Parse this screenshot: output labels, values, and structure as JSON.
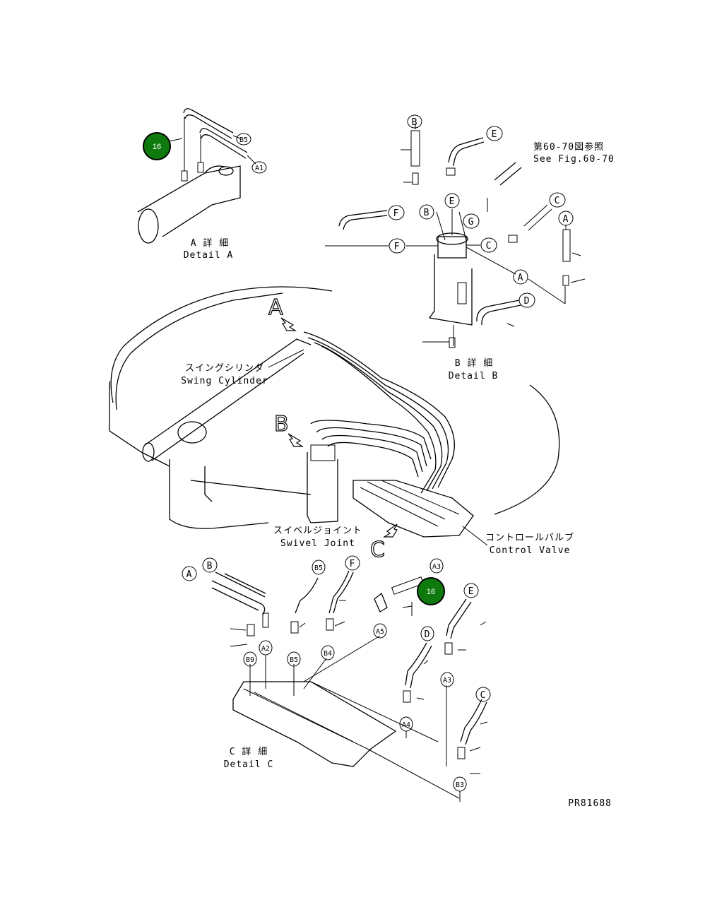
{
  "labels": {
    "detail_a_jp": "A 詳 細",
    "detail_a_en": "Detail A",
    "detail_b_jp": "B 詳 細",
    "detail_b_en": "Detail B",
    "detail_c_jp": "C 詳 細",
    "detail_c_en": "Detail C",
    "see_fig_jp": "第60-70図参照",
    "see_fig_en": "See Fig.60-70",
    "swing_cylinder_jp": "スイングシリンダ",
    "swing_cylinder_en": "Swing Cylinder",
    "swivel_joint_jp": "スイベルジョイント",
    "swivel_joint_en": "Swivel Joint",
    "control_valve_jp": "コントロールバルブ",
    "control_valve_en": "Control Valve",
    "drawing_no": "PR81688"
  },
  "view_arrows": {
    "a": "A",
    "b": "B",
    "c": "C"
  },
  "callouts": {
    "detail_b": {
      "b": "B",
      "e": "E",
      "e2": "E",
      "c": "C",
      "c2": "C",
      "a": "A",
      "a2": "A",
      "f": "F",
      "f2": "F",
      "b2": "B",
      "g": "G",
      "d": "D"
    },
    "detail_a": {
      "b5": "B5",
      "a1": "A1"
    },
    "detail_c": {
      "a": "A",
      "b": "B",
      "b5": "B5",
      "f": "F",
      "a3": "A3",
      "e": "E",
      "a2": "A2",
      "b9": "B9",
      "b5b": "B5",
      "b4": "B4",
      "a5": "A5",
      "d": "D",
      "a3b": "A3",
      "c": "C",
      "a4": "A4",
      "b3": "B3"
    }
  },
  "badges": {
    "part_top": "16",
    "part_bottom": "16"
  },
  "colors": {
    "badge_fill": "#0e7a0e",
    "badge_stroke": "#000000",
    "line": "#000000"
  }
}
